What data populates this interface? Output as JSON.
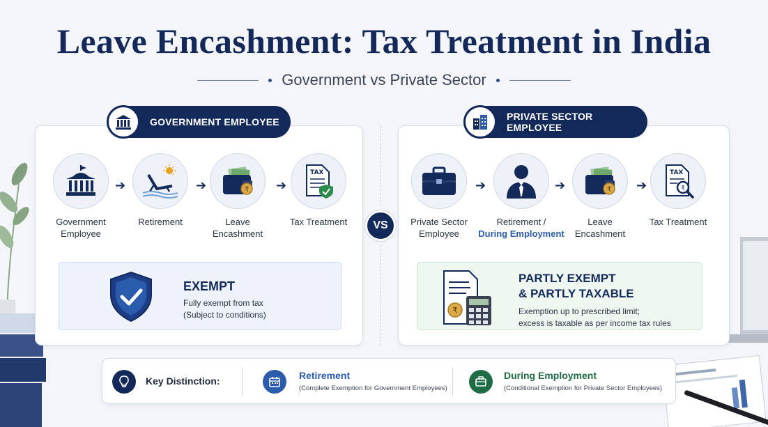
{
  "title": "Leave Encashment: Tax Treatment in India",
  "subtitle": "Government vs Private Sector",
  "government": {
    "badge": "GOVERNMENT EMPLOYEE",
    "steps": [
      {
        "label_1": "Government",
        "label_2": "Employee",
        "icon": "government-building-icon"
      },
      {
        "label_1": "Retirement",
        "label_2": "",
        "icon": "beach-chair-icon"
      },
      {
        "label_1": "Leave",
        "label_2": "Encashment",
        "icon": "wallet-cash-icon"
      },
      {
        "label_1": "Tax Treatment",
        "label_2": "",
        "icon": "tax-document-check-icon"
      }
    ],
    "result": {
      "title": "EXEMPT",
      "line_1": "Fully exempt from tax",
      "line_2": "(Subject to conditions)",
      "icon": "shield-check-icon"
    }
  },
  "vs": "VS",
  "private": {
    "badge": "PRIVATE SECTOR EMPLOYEE",
    "steps": [
      {
        "label_1": "Private Sector",
        "label_2": "Employee",
        "icon": "briefcase-icon"
      },
      {
        "label_1": "Retirement /",
        "label_2": "During Employment",
        "icon": "person-tie-icon"
      },
      {
        "label_1": "Leave",
        "label_2": "Encashment",
        "icon": "wallet-cash-icon"
      },
      {
        "label_1": "Tax Treatment",
        "label_2": "",
        "icon": "tax-document-search-icon"
      }
    ],
    "result": {
      "title_1": "PARTLY EXEMPT",
      "title_2": "& PARTLY TAXABLE",
      "line_1": "Exemption up to prescribed limit;",
      "line_2": "excess is taxable as per income tax rules",
      "icon": "document-calculator-icon"
    }
  },
  "key": {
    "label": "Key Distinction:",
    "items": [
      {
        "title": "Retirement",
        "sub": "(Complete Exemption for Government Employees)",
        "icon": "calendar-icon",
        "color": "#2b5cab"
      },
      {
        "title": "During Employment",
        "sub": "(Conditional Exemption for Private Sector Employees)",
        "icon": "briefcase-icon",
        "color": "#1f6b45"
      }
    ]
  },
  "colors": {
    "navy": "#13295a",
    "blue": "#2b5cab",
    "green": "#1f6b45",
    "check_green": "#2e8b4e"
  }
}
